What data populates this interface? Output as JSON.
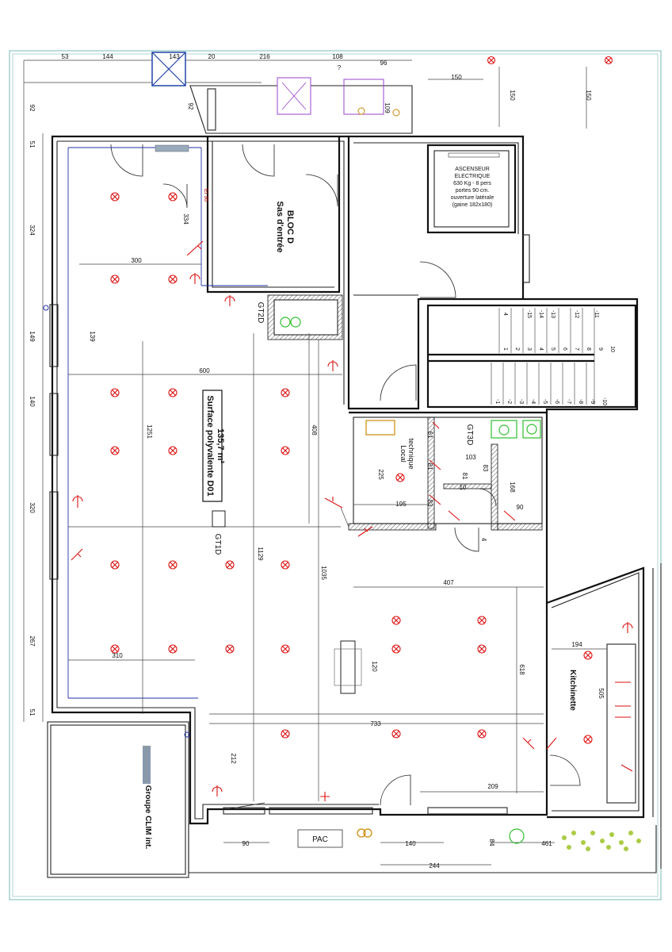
{
  "rooms": {
    "main_room_name": "Surface polyvalente D01",
    "main_room_area": "135,7 m²",
    "entrance_line1": "Sas d'entrée",
    "entrance_line2": "BLOC D",
    "local_tech_line1": "Local",
    "local_tech_line2": "technique",
    "kitchenette": "Kitchinette",
    "groupe_clim": "Groupe CLIM int.",
    "pac": "PAC"
  },
  "elevator": {
    "line1": "ASCENSEUR",
    "line2": "ELECTRIQUE",
    "line3": "630 Kg - 8 pers",
    "line4": "portes 90 cm.",
    "line5": "ouverture latérale",
    "line6": "(gaine 182x180)"
  },
  "ducts": {
    "gt1d": "GT1D",
    "gt2d": "GT2D",
    "gt3d": "GT3D",
    "ei30": "EI 30"
  },
  "dimensions": {
    "d53": "53",
    "d144": "144",
    "d143": "143",
    "d20": "20",
    "d216": "216",
    "d108": "108",
    "d96": "96",
    "d150a": "150",
    "d150b": "150",
    "d150c": "150",
    "d92a": "92",
    "d92b": "92",
    "d109": "109",
    "d51a": "51",
    "d324": "324",
    "d149": "149",
    "d140": "140",
    "d320": "320",
    "d267": "267",
    "d51b": "51",
    "d334": "334",
    "d300": "300",
    "d139": "139",
    "d600": "600",
    "d408": "408",
    "d1251": "1251",
    "d1129": "1129",
    "d1035": "1035",
    "d407": "407",
    "d618": "618",
    "d120": "120",
    "d310": "310",
    "d733": "733",
    "d212": "212",
    "d209": "209",
    "d90a": "90",
    "d140b": "140",
    "d244": "244",
    "d84": "84",
    "d461": "461",
    "d194": "194",
    "d505": "505",
    "d225": "225",
    "d195": "195",
    "d81a": "81",
    "d81b": "81",
    "d83a": "83",
    "d83b": "83",
    "d61": "61",
    "d103": "103",
    "d10": "10",
    "d168": "168",
    "d90b": "90",
    "d4": "4",
    "q": "?"
  },
  "stairs": {
    "up": [
      "1",
      "2",
      "3",
      "4",
      "5",
      "6",
      "7",
      "8",
      "9",
      "10"
    ],
    "down": [
      "-1",
      "-2",
      "-3",
      "-4",
      "-5",
      "-6",
      "-7",
      "-8",
      "-9",
      "-10"
    ],
    "top": [
      "4",
      "-15",
      "-14",
      "-13",
      "-12",
      "-11"
    ]
  },
  "colors": {
    "walls": "#111111",
    "lights": "#dd1111",
    "blue_lines": "#2233aa",
    "sanitary": "#2fbf2f",
    "equipment": "#9944cc"
  },
  "icons": {
    "light_fixture": "ceiling-light-icon",
    "wall_light": "wall-light-icon",
    "switch": "switch-icon"
  }
}
